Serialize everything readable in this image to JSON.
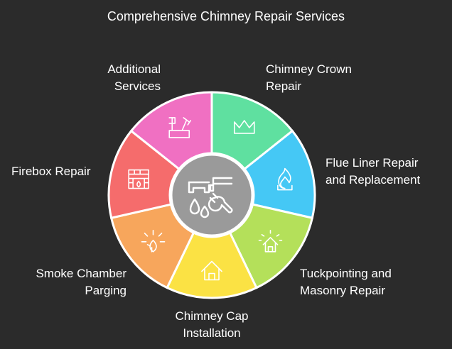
{
  "title": "Comprehensive Chimney Repair Services",
  "center": {
    "icon": "pipe-wrench-icon"
  },
  "segments": [
    {
      "key": "crown",
      "label": "Chimney Crown\nRepair",
      "color": "#5fe0a0",
      "icon": "crown-icon"
    },
    {
      "key": "flue",
      "label": "Flue Liner Repair\nand Replacement",
      "color": "#45c8f5",
      "icon": "flame-icon"
    },
    {
      "key": "tuck",
      "label": "Tuckpointing and\nMasonry Repair",
      "color": "#b4e05a",
      "icon": "sparkle-house-icon"
    },
    {
      "key": "cap",
      "label": "Chimney Cap\nInstallation",
      "color": "#fbe244",
      "icon": "house-icon"
    },
    {
      "key": "smoke",
      "label": "Smoke Chamber\nParging",
      "color": "#f7a65c",
      "icon": "fire-burst-icon"
    },
    {
      "key": "firebox",
      "label": "Firebox Repair",
      "color": "#f56c6c",
      "icon": "fireplace-icon"
    },
    {
      "key": "extra",
      "label": "Additional\nServices",
      "color": "#f070c2",
      "icon": "tools-icon"
    }
  ]
}
